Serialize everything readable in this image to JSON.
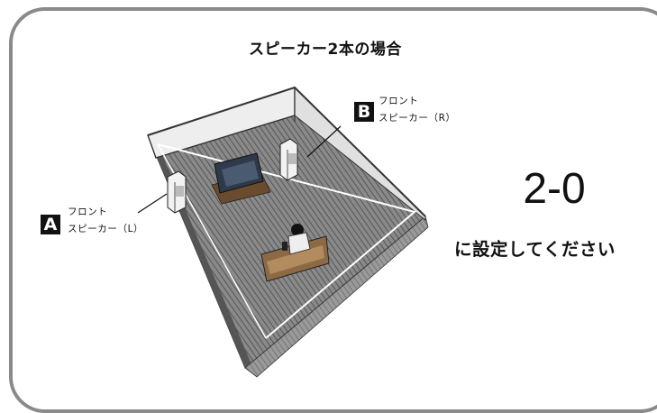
{
  "title": "スピーカー2本の場合",
  "speaker_a": {
    "badge": "A",
    "line1": "フロント",
    "line2": "スピーカー（L）"
  },
  "speaker_b": {
    "badge": "B",
    "line1": "フロント",
    "line2": "スピーカー（R）"
  },
  "setting": {
    "value": "2-0",
    "instruction": "に設定してください"
  },
  "colors": {
    "frame": "#8a8a8a",
    "floor": "#777777",
    "wall": "#e6e6e6",
    "ink": "#111111"
  }
}
